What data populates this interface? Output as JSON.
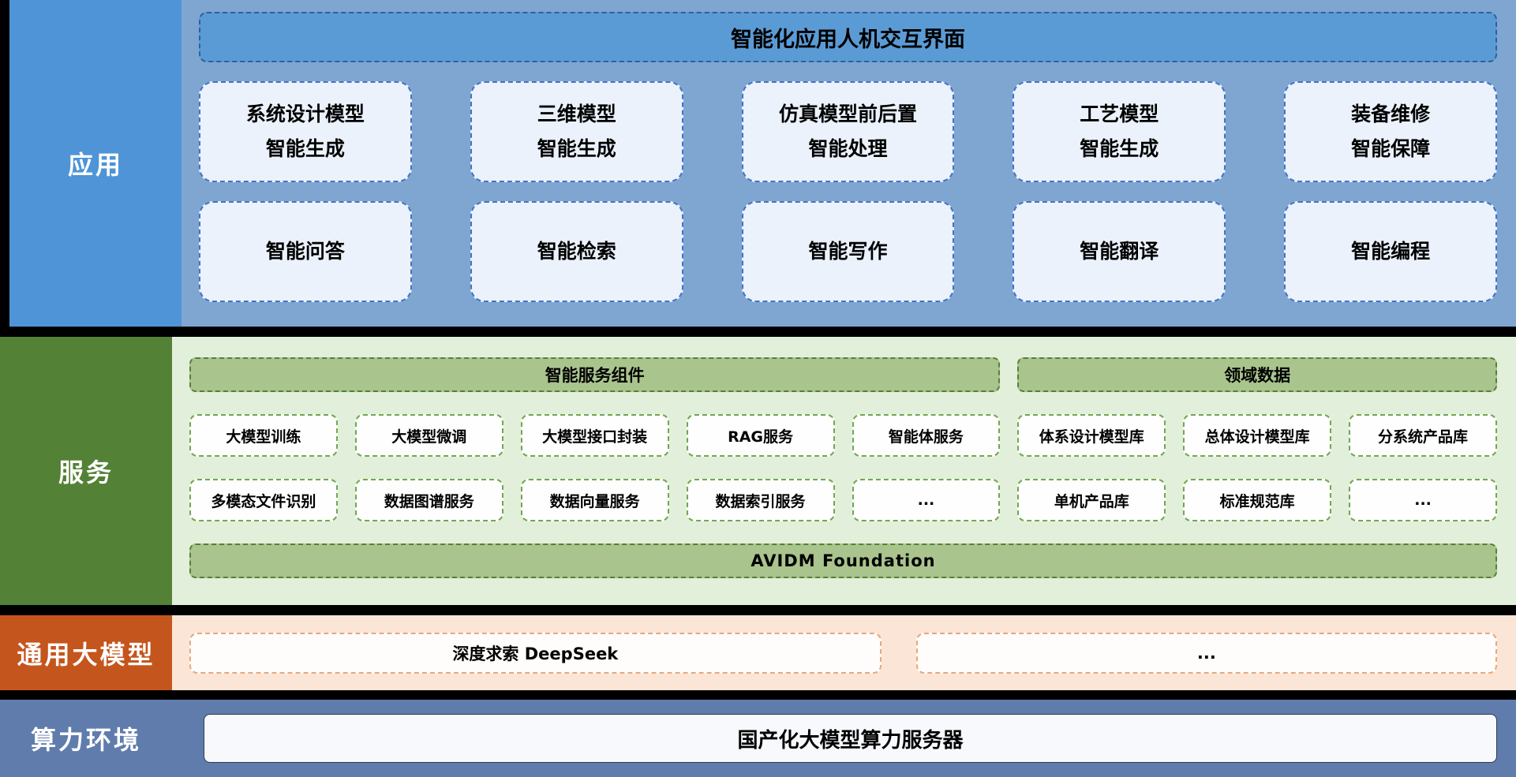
{
  "layers": {
    "application": {
      "label": "应用",
      "banner": "智能化应用人机交互界面",
      "feature_cards": [
        "系统设计模型\n智能生成",
        "三维模型\n智能生成",
        "仿真模型前后置\n智能处理",
        "工艺模型\n智能生成",
        "装备维修\n智能保障"
      ],
      "assistant_cards": [
        "智能问答",
        "智能检索",
        "智能写作",
        "智能翻译",
        "智能编程"
      ]
    },
    "service": {
      "label": "服务",
      "component_group": {
        "header": "智能服务组件",
        "row1": [
          "大模型训练",
          "大模型微调",
          "大模型接口封装",
          "RAG服务",
          "智能体服务"
        ],
        "row2": [
          "多模态文件识别",
          "数据图谱服务",
          "数据向量服务",
          "数据索引服务",
          "..."
        ]
      },
      "data_group": {
        "header": "领域数据",
        "row1": [
          "体系设计模型库",
          "总体设计模型库",
          "分系统产品库"
        ],
        "row2": [
          "单机产品库",
          "标准规范库",
          "..."
        ]
      },
      "foundation": "AVIDM Foundation"
    },
    "general_model": {
      "label": "通用大模型",
      "cards": [
        "深度求索 DeepSeek",
        "..."
      ]
    },
    "compute": {
      "label": "算力环境",
      "card": "国产化大模型算力服务器"
    }
  },
  "colors": {
    "application_accent": "#5B9BD5",
    "service_accent": "#538135",
    "general_model_accent": "#C55A11",
    "compute_accent": "#5F7CAD"
  }
}
